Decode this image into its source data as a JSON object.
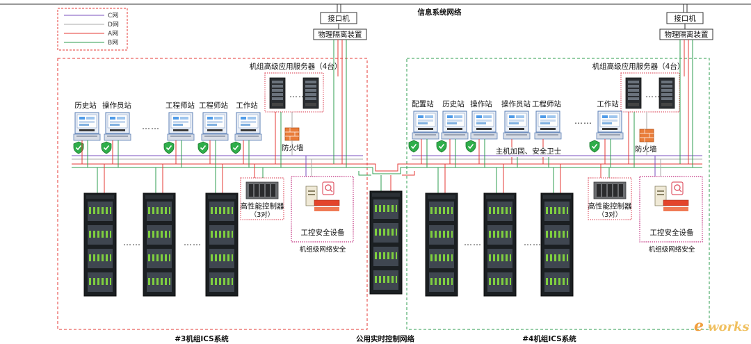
{
  "legend": [
    {
      "label": "C网",
      "color": "#7a4fbf"
    },
    {
      "label": "D网",
      "color": "#a9a9a9"
    },
    {
      "label": "A网",
      "color": "#e53935"
    },
    {
      "label": "B网",
      "color": "#2e9e4f"
    }
  ],
  "top_network": "信息系统网络",
  "bottom_network": "公用实时控制网络",
  "left": {
    "gateway": "接口机",
    "isolation": "物理隔离装置",
    "servers": "机组高级应用服务器（4台）",
    "stations": [
      "历史站",
      "操作员站",
      "工程师站",
      "工程师站",
      "工作站"
    ],
    "firewall": "防火墙",
    "controller_title": "高性能控制器",
    "controller_count": "（3对）",
    "security_device": "工控安全设备",
    "security_caption": "机组级网络安全",
    "system": "#3机组ICS系统",
    "ellipsis": "……"
  },
  "right": {
    "gateway": "接口机",
    "isolation": "物理隔离装置",
    "servers": "机组高级应用服务器（4台）",
    "stations": [
      "配置站",
      "历史站",
      "操作站",
      "操作员站",
      "工程师站",
      "工作站"
    ],
    "hardening": "主机加固、安全卫士",
    "firewall": "防火墙",
    "controller_title": "高性能控制器",
    "controller_count": "（3对）",
    "security_device": "工控安全设备",
    "security_caption": "机组级网络安全",
    "system": "#4机组ICS系统",
    "ellipsis": "……"
  },
  "watermark": {
    "e": "e",
    "works": "works"
  },
  "colors": {
    "C": "#7a4fbf",
    "D": "#a9a9a9",
    "A": "#e53935",
    "B": "#2e9e4f",
    "left_border": "#e53935",
    "right_border": "#2e9e4f",
    "legend_border": "#e53935"
  }
}
